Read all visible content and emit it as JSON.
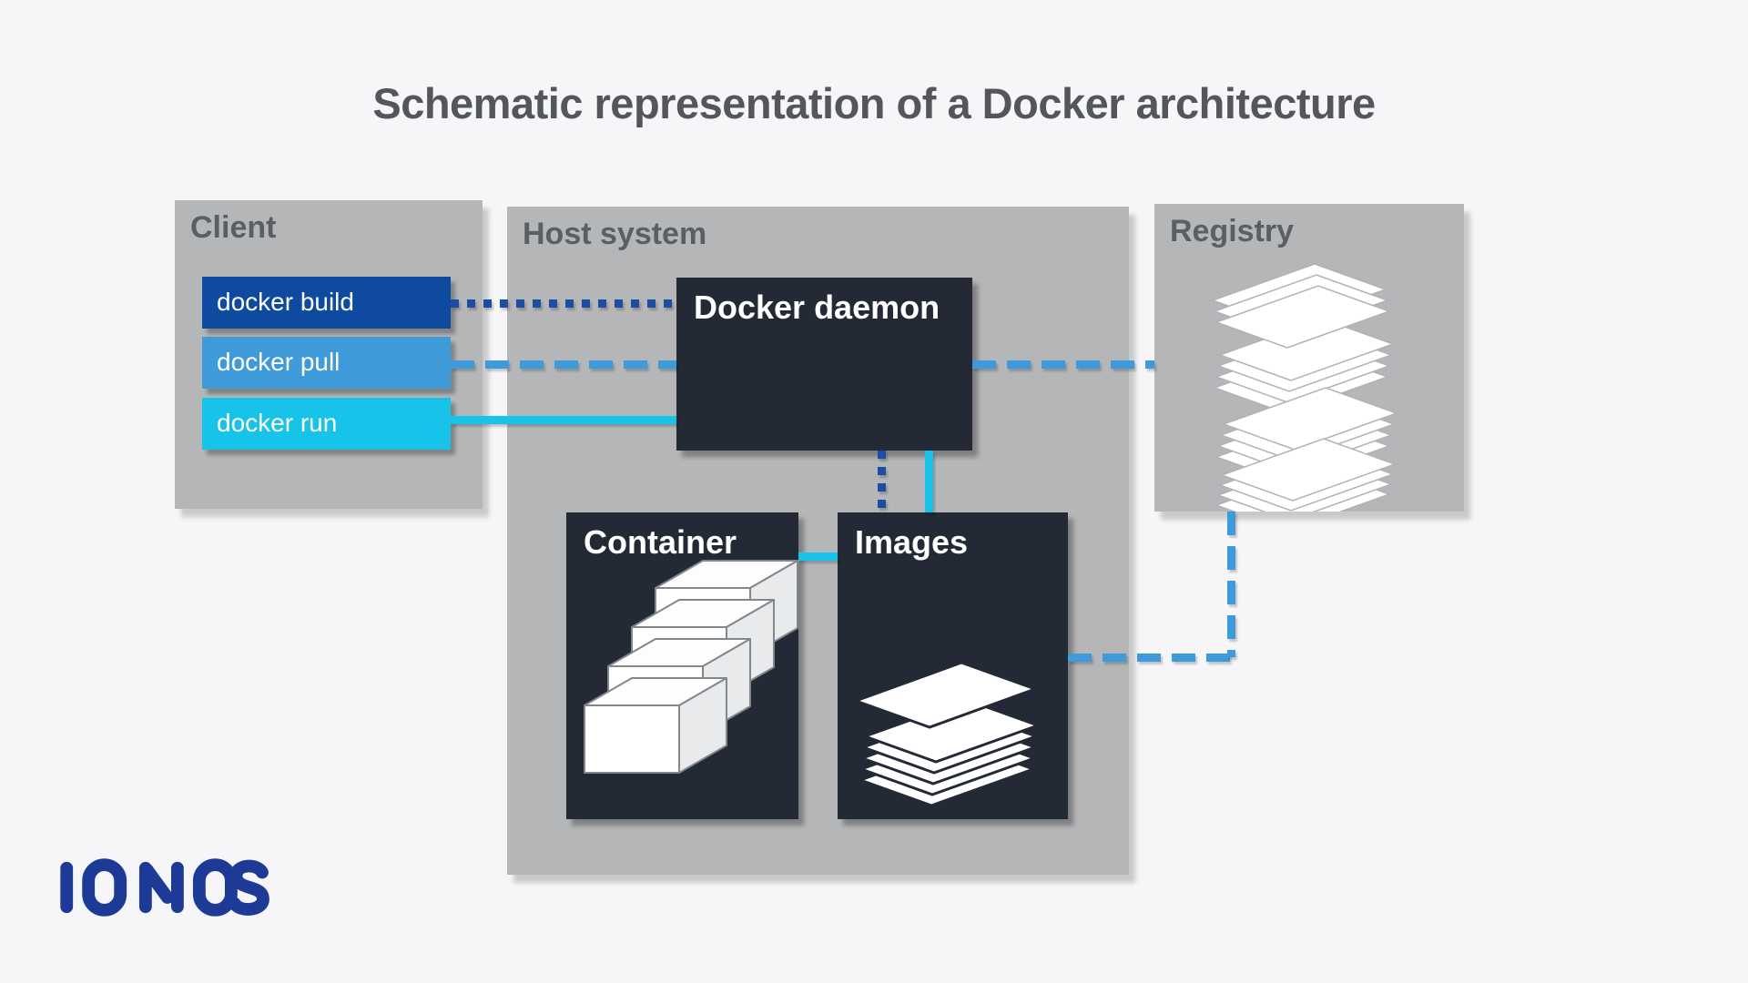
{
  "title": "Schematic representation of a Docker architecture",
  "brand": {
    "logo_text": "IONOS",
    "logo_color": "#1d3a96"
  },
  "panels": {
    "client": {
      "label": "Client",
      "commands": [
        {
          "label": "docker build",
          "color": "#0d4aa0"
        },
        {
          "label": "docker pull",
          "color": "#3e9ad9"
        },
        {
          "label": "docker run",
          "color": "#17c3e8"
        }
      ]
    },
    "host": {
      "label": "Host system",
      "nodes": {
        "daemon": {
          "label": "Docker daemon"
        },
        "container": {
          "label": "Container",
          "icon": "stacked-containers-icon"
        },
        "images": {
          "label": "Images",
          "icon": "layered-images-icon"
        }
      }
    },
    "registry": {
      "label": "Registry",
      "icon": "registry-layers-icon"
    }
  },
  "connections": [
    {
      "from": "docker build",
      "to": "Docker daemon",
      "style": "dotted",
      "color": "#1b4da3"
    },
    {
      "from": "docker pull",
      "to": "Docker daemon",
      "style": "dashed",
      "color": "#3d9bdc"
    },
    {
      "from": "docker run",
      "to": "Docker daemon",
      "style": "solid",
      "color": "#17c3e8"
    },
    {
      "from": "Docker daemon",
      "to": "Registry",
      "style": "dashed",
      "color": "#3d9bdc"
    },
    {
      "from": "Docker daemon",
      "to": "Images",
      "style": "dotted",
      "color": "#1b4da3"
    },
    {
      "from": "Docker daemon",
      "to": "Images",
      "style": "solid",
      "color": "#17c3e8"
    },
    {
      "from": "Container",
      "to": "Images",
      "style": "solid",
      "color": "#17c3e8"
    },
    {
      "from": "Images",
      "to": "Registry",
      "style": "dashed",
      "color": "#3d9bdc"
    }
  ],
  "colors": {
    "background": "#f6f6f8",
    "panel": "#b5b6b8",
    "panel_label": "#5b5f63",
    "node": "#232a36",
    "node_label": "#ffffff",
    "title": "#53575b"
  }
}
